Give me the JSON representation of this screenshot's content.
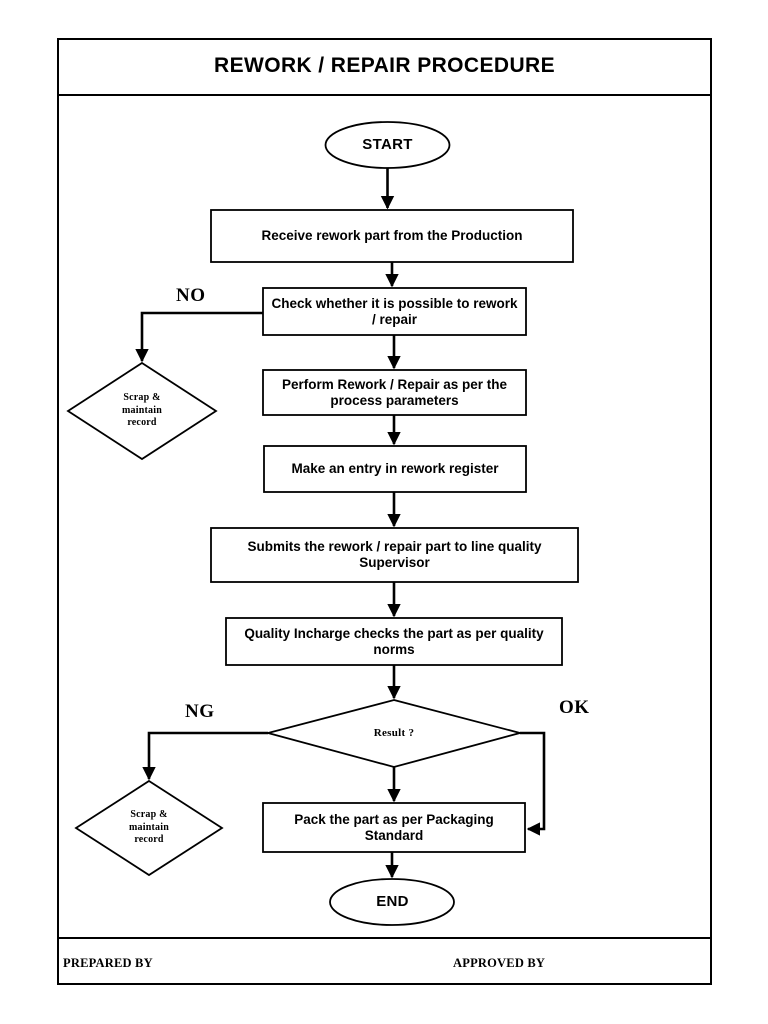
{
  "document": {
    "title": "REWORK / REPAIR PROCEDURE",
    "footer": {
      "prepared_by": "PREPARED BY",
      "approved_by": "APPROVED BY"
    }
  },
  "flowchart": {
    "type": "flowchart",
    "orientation": "top-to-bottom",
    "nodes": [
      {
        "id": "start",
        "shape": "oval",
        "label": "START"
      },
      {
        "id": "receive",
        "shape": "process",
        "label": "Receive rework part from the Production"
      },
      {
        "id": "check",
        "shape": "process",
        "label": "Check whether it is possible to rework / repair"
      },
      {
        "id": "scrap1",
        "shape": "diamond",
        "label": "Scrap & maintain record"
      },
      {
        "id": "perform",
        "shape": "process",
        "label": "Perform Rework / Repair as per the process parameters"
      },
      {
        "id": "entry",
        "shape": "process",
        "label": "Make an entry in rework register"
      },
      {
        "id": "submit",
        "shape": "process",
        "label": "Submits the rework / repair part to line quality Supervisor"
      },
      {
        "id": "inspect",
        "shape": "process",
        "label": "Quality Incharge checks the part as per quality norms"
      },
      {
        "id": "result",
        "shape": "diamond",
        "label": "Result ?"
      },
      {
        "id": "scrap2",
        "shape": "diamond",
        "label": "Scrap & maintain record"
      },
      {
        "id": "pack",
        "shape": "process",
        "label": "Pack the part as per Packaging Standard"
      },
      {
        "id": "end",
        "shape": "oval",
        "label": "END"
      }
    ],
    "edges": [
      {
        "from": "start",
        "to": "receive",
        "label": ""
      },
      {
        "from": "receive",
        "to": "check",
        "label": ""
      },
      {
        "from": "check",
        "to": "scrap1",
        "label": "NO"
      },
      {
        "from": "check",
        "to": "perform",
        "label": ""
      },
      {
        "from": "perform",
        "to": "entry",
        "label": ""
      },
      {
        "from": "entry",
        "to": "submit",
        "label": ""
      },
      {
        "from": "submit",
        "to": "inspect",
        "label": ""
      },
      {
        "from": "inspect",
        "to": "result",
        "label": ""
      },
      {
        "from": "result",
        "to": "scrap2",
        "label": "NG"
      },
      {
        "from": "result",
        "to": "pack",
        "label": "OK"
      },
      {
        "from": "pack",
        "to": "end",
        "label": ""
      }
    ],
    "branch_labels": {
      "no": "NO",
      "ng": "NG",
      "ok": "OK"
    }
  },
  "style": {
    "line_color": "#000000",
    "fill_color": "#ffffff",
    "frame_color": "#000000"
  }
}
